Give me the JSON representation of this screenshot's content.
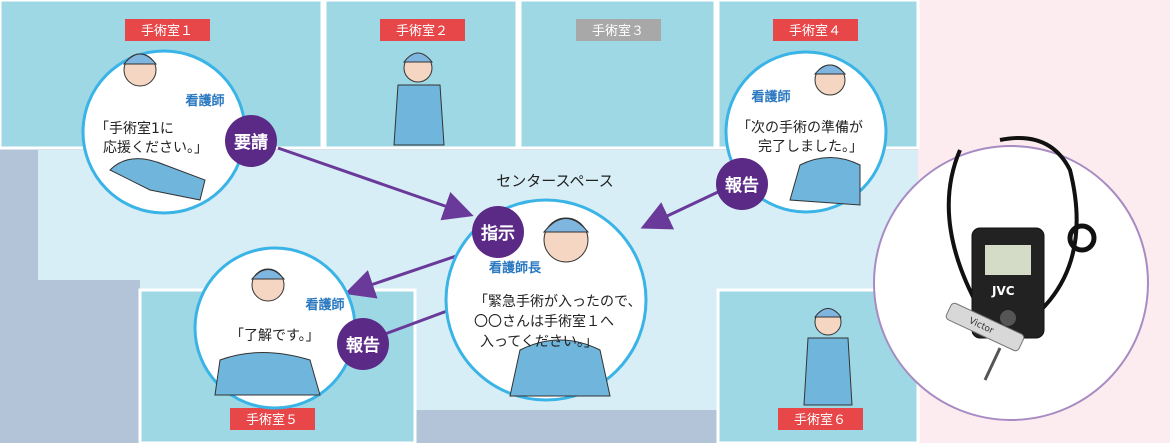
{
  "rooms": {
    "room1": {
      "label": "手術室１"
    },
    "room2": {
      "label": "手術室２"
    },
    "room3": {
      "label": "手術室３"
    },
    "room4": {
      "label": "手術室４"
    },
    "room5": {
      "label": "手術室５"
    },
    "room6": {
      "label": "手術室６"
    }
  },
  "center_space": {
    "label": "センタースペース"
  },
  "bubbles": {
    "top_left": {
      "role": "看護師",
      "speech_line1": "「手術室1に",
      "speech_line2": "応援ください。」"
    },
    "top_right": {
      "role": "看護師",
      "speech_line1": "「次の手術の準備が",
      "speech_line2": "完了しました。」"
    },
    "center": {
      "role": "看護師長",
      "speech_line1": "「緊急手術が入ったので、",
      "speech_line2": "〇〇さんは手術室１へ",
      "speech_line3": "入ってください。」"
    },
    "bottom_left": {
      "role": "看護師",
      "speech_line1": "「了解です。」"
    }
  },
  "badges": {
    "request": "要請",
    "report_top": "報告",
    "instruct": "指示",
    "report_bottom": "報告"
  },
  "device": {
    "brand_label": "JVC",
    "maker_label": "Victor"
  },
  "colors": {
    "room_active": "#e8474a",
    "room_inactive": "#a8a8a8",
    "room_fill": "#9fd8e5",
    "center_fill": "#d7eef6",
    "corridor": "#b4c4d8",
    "badge": "#5b2a86",
    "arrow": "#6a3a9a",
    "circle_border": "#3ab4e6"
  }
}
